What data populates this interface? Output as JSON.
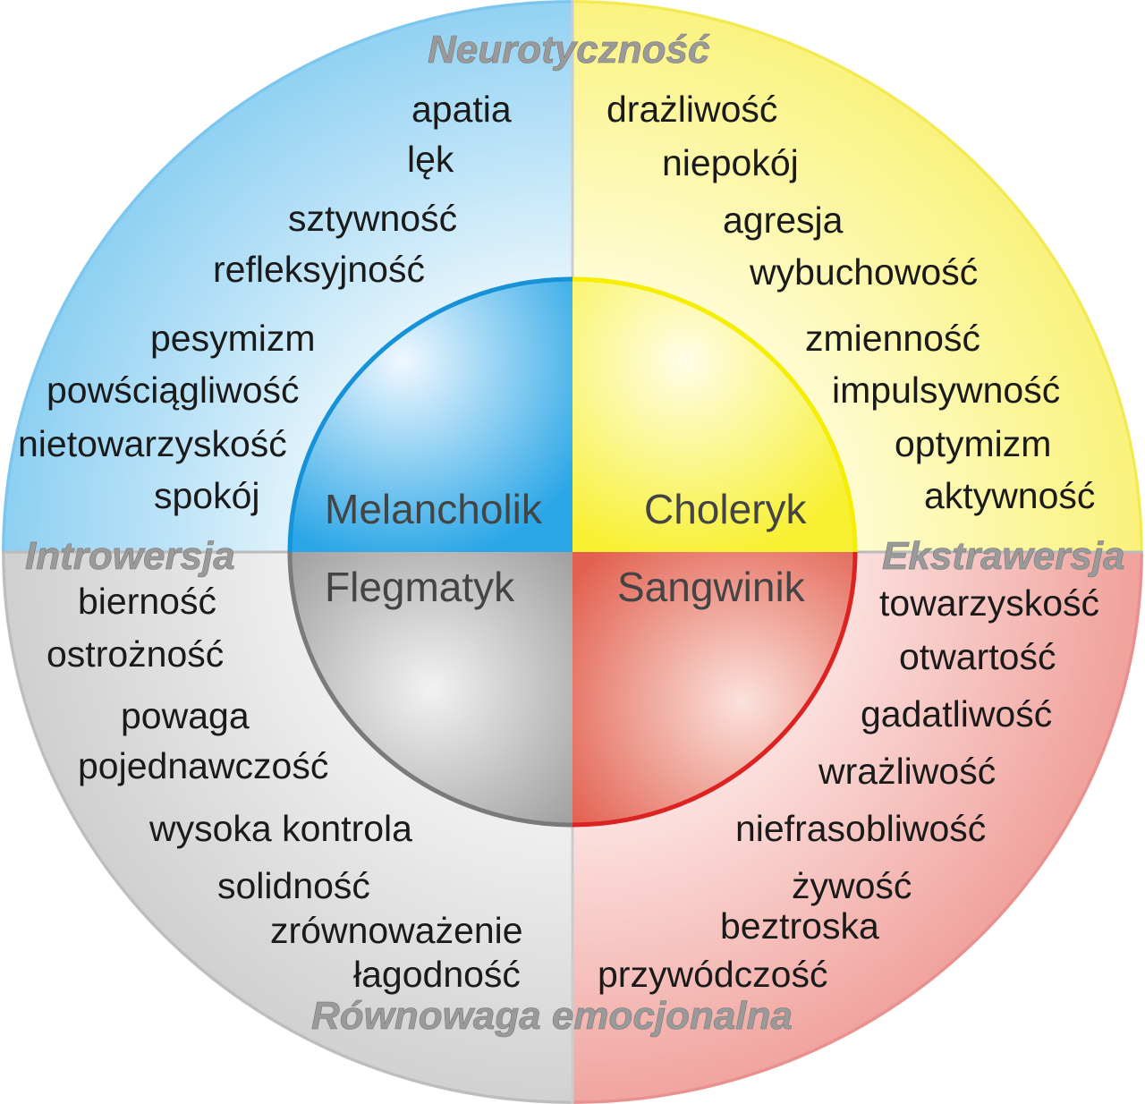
{
  "axes": {
    "top": "Neurotyczność",
    "left": "Introwersja",
    "right": "Ekstrawersja",
    "bottom": "Równowaga emocjonalna"
  },
  "types": {
    "melancholic": "Melancholik",
    "choleric": "Choleryk",
    "phlegmatic": "Flegmatyk",
    "sanguine": "Sangwinik"
  },
  "traits": {
    "melancholic": [
      "apatia",
      "lęk",
      "sztywność",
      "refleksyjność",
      "pesymizm",
      "powściągliwość",
      "nietowarzyskość",
      "spokój"
    ],
    "choleric": [
      "drażliwość",
      "niepokój",
      "agresja",
      "wybuchowość",
      "zmienność",
      "impulsywność",
      "optymizm",
      "aktywność"
    ],
    "phlegmatic": [
      "bierność",
      "ostrożność",
      "powaga",
      "pojednawczość",
      "wysoka kontrola",
      "solidność",
      "zrównoważenie",
      "łagodność"
    ],
    "sanguine": [
      "towarzyskość",
      "otwartość",
      "gadatliwość",
      "wrażliwość",
      "niefrasobliwość",
      "żywość",
      "beztroska",
      "przywódczość"
    ]
  },
  "colors": {
    "melancholic": "#1e9be0",
    "choleric": "#f5ef1a",
    "phlegmatic": "#8c8c8c",
    "sanguine": "#e03030"
  }
}
